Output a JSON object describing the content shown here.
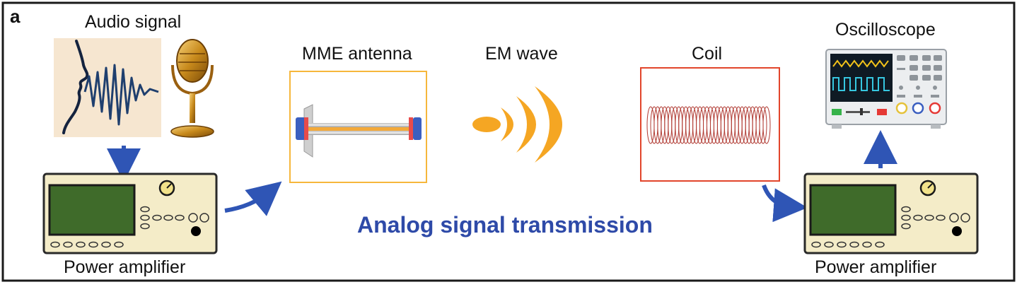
{
  "panel_letter": "a",
  "labels": {
    "audio_signal": "Audio signal",
    "mme_antenna": "MME antenna",
    "em_wave": "EM wave",
    "coil": "Coil",
    "oscilloscope": "Oscilloscope",
    "power_amplifier_left": "Power amplifier",
    "power_amplifier_right": "Power amplifier"
  },
  "caption": "Analog signal transmission",
  "colors": {
    "frame": "#1a1a1a",
    "arrow_blue": "#2f55b5",
    "caption_blue": "#2e4aa8",
    "antenna_box": "#f6b73c",
    "coil_box": "#e2452b",
    "coil_wire": "#b03a32",
    "wave_orange": "#f5a623",
    "amp_body": "#f4ecc8",
    "amp_screen": "#3f6b2a",
    "wave_blue": "#1f3f6e"
  }
}
